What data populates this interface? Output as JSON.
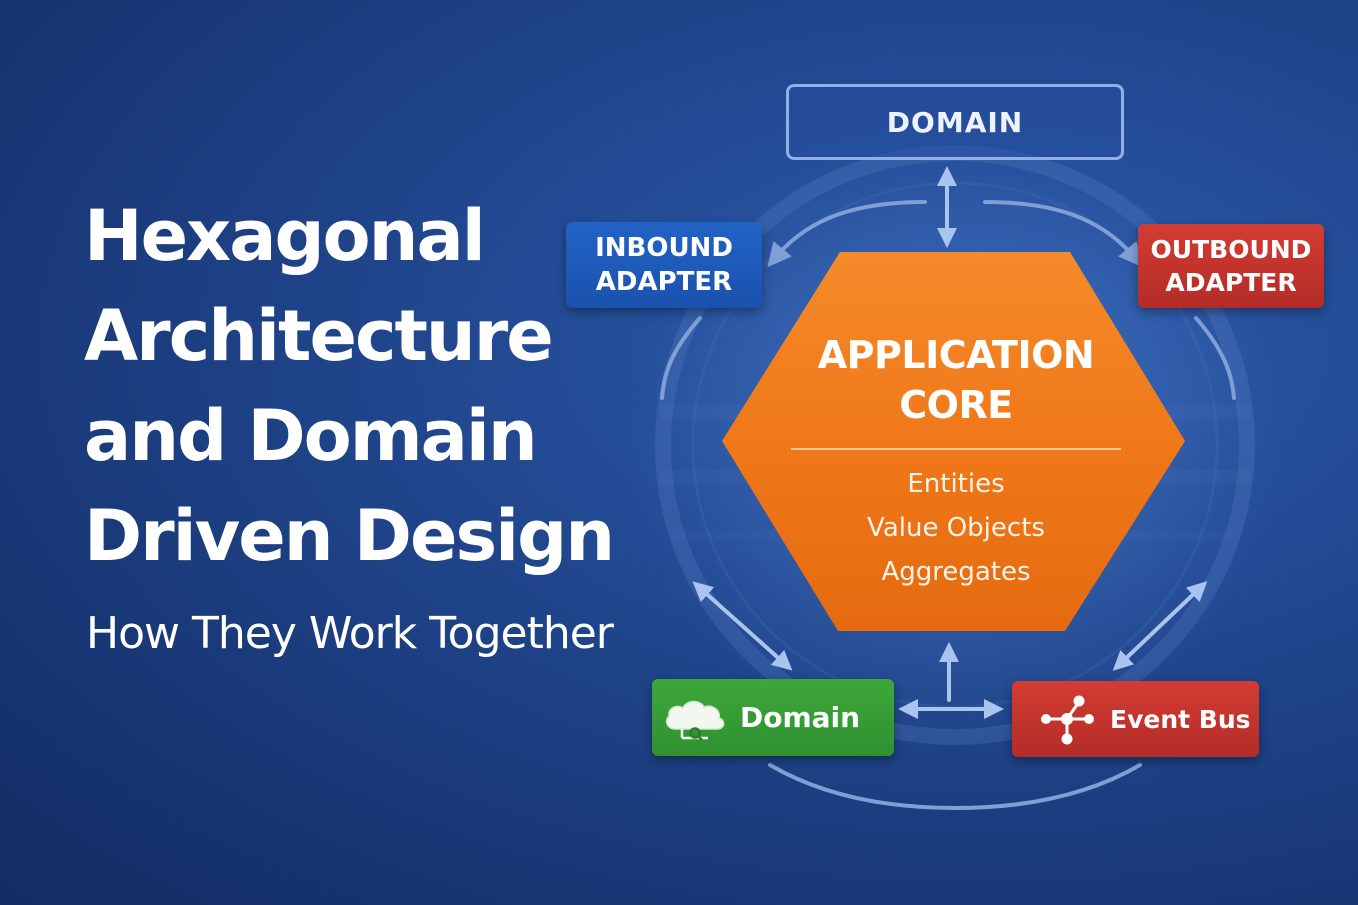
{
  "title": {
    "lines": [
      "Hexagonal",
      "Architecture",
      "and Domain",
      "Driven Design"
    ],
    "subtitle": "How They Work Together"
  },
  "diagram": {
    "core": {
      "title_lines": [
        "APPLICATION",
        "CORE"
      ],
      "items": [
        "Entities",
        "Value Objects",
        "Aggregates"
      ],
      "color": "#f07a1a"
    },
    "domain_top": {
      "label": "DOMAIN"
    },
    "inbound_adapter": {
      "lines": [
        "INBOUND",
        "ADAPTER"
      ],
      "color": "#1f5bb8"
    },
    "outbound_adapter": {
      "lines": [
        "OUTBOUND",
        "ADAPTER"
      ],
      "color": "#c4342c"
    },
    "domain_module": {
      "label": "Domain",
      "icon": "cloud-icon",
      "color": "#36a036"
    },
    "event_bus": {
      "label": "Event Bus",
      "icon": "network-icon",
      "color": "#c4342c"
    }
  },
  "colors": {
    "background": "#1d3f86",
    "accent_arrow": "#a9c4ee"
  }
}
